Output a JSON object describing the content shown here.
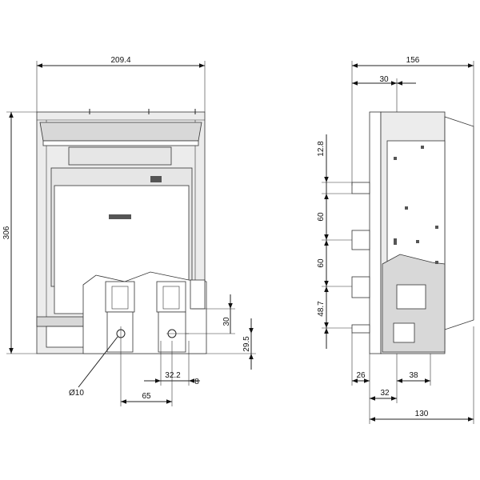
{
  "front_view": {
    "width_label": "209.4",
    "height_label": "306",
    "dim_30_label": "30",
    "dim_29_5_label": "29.5",
    "dim_32_2_label": "32.2",
    "dim_8_label": "8",
    "dim_65_label": "65",
    "hole_label": "Ø10"
  },
  "side_view": {
    "depth_label": "156",
    "top_label": "30",
    "spacing_12_8_label": "12.8",
    "spacing_60a_label": "60",
    "spacing_60b_label": "60",
    "spacing_48_7_label": "48.7",
    "bottom_26_label": "26",
    "bottom_38_label": "38",
    "bottom_32_label": "32",
    "bottom_130_label": "130"
  }
}
